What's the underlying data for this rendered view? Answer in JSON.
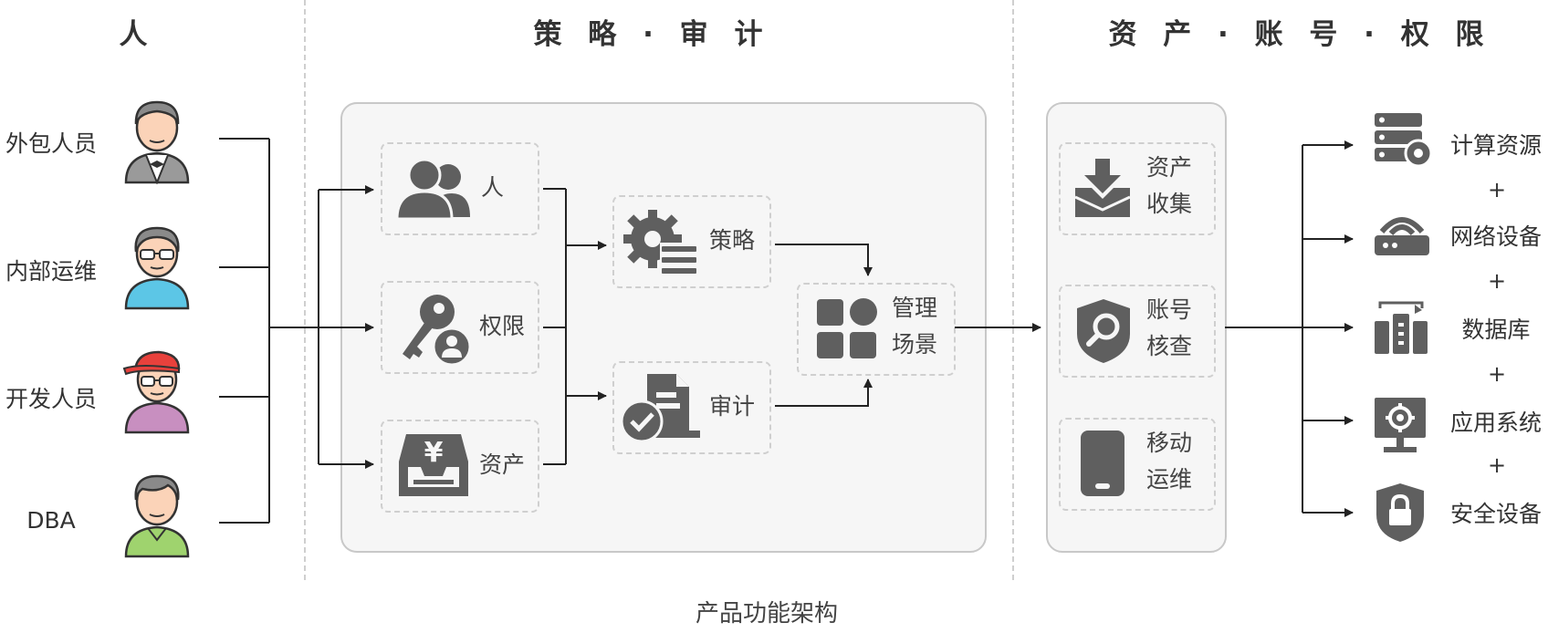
{
  "headers": {
    "people": "人",
    "policy_audit": "策 略 · 审 计",
    "asset_account": "资 产 · 账 号 · 权 限"
  },
  "people": [
    {
      "label": "外包人员",
      "icon": "contractor-avatar-icon"
    },
    {
      "label": "内部运维",
      "icon": "ops-staff-avatar-icon"
    },
    {
      "label": "开发人员",
      "icon": "developer-avatar-icon"
    },
    {
      "label": "DBA",
      "icon": "dba-avatar-icon"
    }
  ],
  "policy_panel": {
    "cards": [
      {
        "label": "人",
        "icon": "users-icon"
      },
      {
        "label": "权限",
        "icon": "key-user-icon"
      },
      {
        "label": "资产",
        "icon": "yen-tray-icon"
      },
      {
        "label": "策略",
        "icon": "gear-list-icon"
      },
      {
        "label": "审计",
        "icon": "document-check-icon"
      },
      {
        "label_line1": "管理",
        "label_line2": "场景",
        "icon": "grid-apps-icon"
      }
    ]
  },
  "asset_panel": {
    "cards": [
      {
        "label_line1": "资产",
        "label_line2": "收集",
        "icon": "download-box-icon"
      },
      {
        "label_line1": "账号",
        "label_line2": "核查",
        "icon": "shield-search-icon"
      },
      {
        "label_line1": "移动",
        "label_line2": "运维",
        "icon": "mobile-phone-icon"
      }
    ]
  },
  "resources": [
    {
      "label": "计算资源",
      "icon": "server-gear-icon"
    },
    {
      "label": "网络设备",
      "icon": "router-icon"
    },
    {
      "label": "数据库",
      "icon": "database-rack-icon"
    },
    {
      "label": "应用系统",
      "icon": "monitor-gear-icon"
    },
    {
      "label": "安全设备",
      "icon": "shield-lock-icon"
    }
  ],
  "plus_sign": "+",
  "caption": "产品功能架构",
  "colors": {
    "icon_gray": "#5f5f5f",
    "line": "#222222",
    "panel_bg": "#f6f6f6",
    "panel_border": "#c8c8c8",
    "dashed_border": "#cfcfcf",
    "skin": "#fbd3b8",
    "ops_blue": "#5cc6e6",
    "dev_purple": "#c88fc0",
    "dba_green": "#9fd36e",
    "cap_red": "#e8413c"
  }
}
